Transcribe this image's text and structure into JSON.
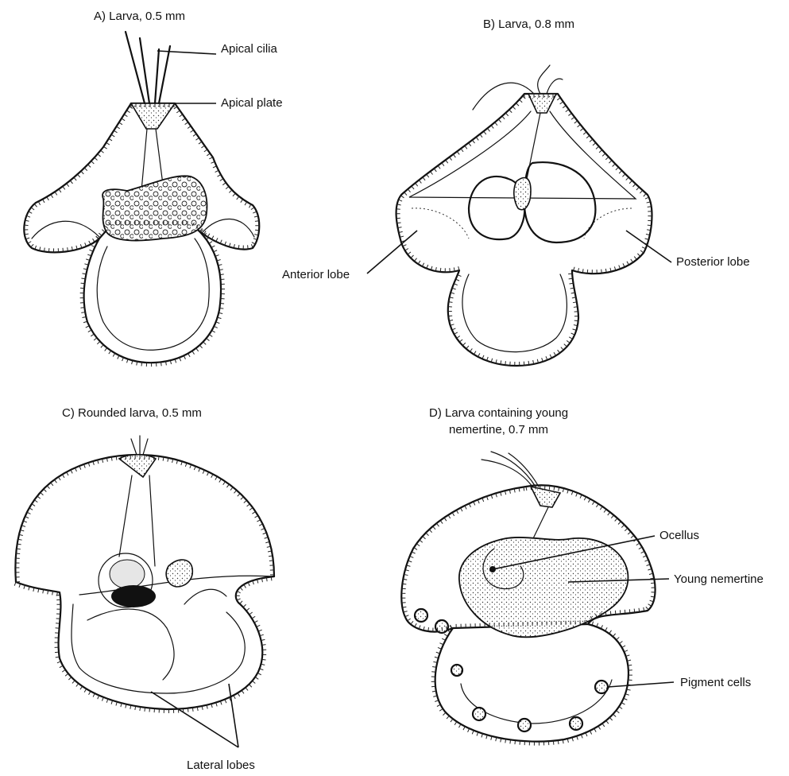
{
  "panels": {
    "a": {
      "title": "A) Larva, 0.5 mm",
      "labels": {
        "apical_cilia": "Apical cilia",
        "apical_plate": "Apical plate"
      }
    },
    "b": {
      "title": "B) Larva, 0.8 mm",
      "labels": {
        "anterior_lobe": "Anterior lobe",
        "posterior_lobe": "Posterior lobe"
      }
    },
    "c": {
      "title": "C) Rounded larva, 0.5 mm",
      "labels": {
        "lateral_lobes": "Lateral lobes"
      }
    },
    "d": {
      "title_line1": "D) Larva containing young",
      "title_line2": "nemertine, 0.7 mm",
      "labels": {
        "ocellus": "Ocellus",
        "young_nemertine": "Young nemertine",
        "pigment_cells": "Pigment cells"
      }
    }
  },
  "colors": {
    "ink": "#111111",
    "background": "#ffffff"
  }
}
